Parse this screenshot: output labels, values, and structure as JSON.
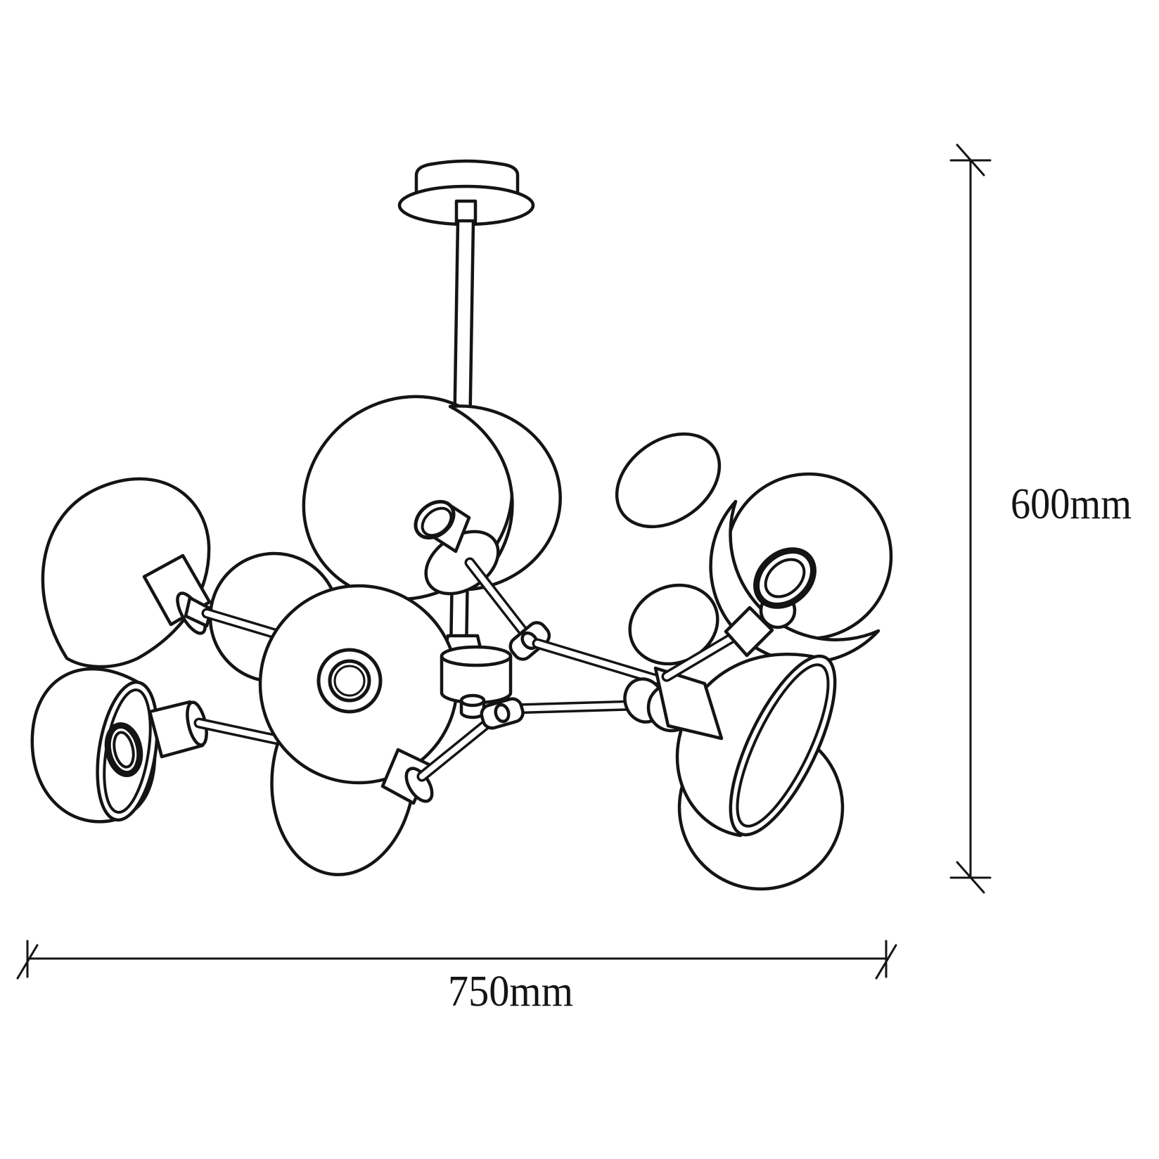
{
  "drawing": {
    "type": "product-dimension-line-drawing",
    "subject": "multi-arm chandelier ceiling lamp",
    "background_color": "#ffffff",
    "line_color": "#141414"
  },
  "dimensions": {
    "height": {
      "label": "600mm"
    },
    "width": {
      "label": "750mm"
    }
  }
}
